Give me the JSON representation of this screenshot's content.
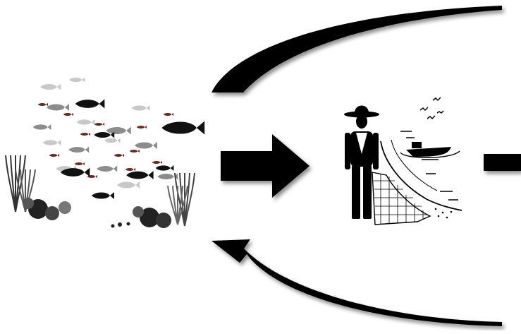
{
  "diagram": {
    "nodes": [
      {
        "id": "fish-stock",
        "icon": "fish-community-icon"
      },
      {
        "id": "fisher",
        "icon": "fisherman-with-net-and-boat-icon"
      }
    ],
    "edges": [
      {
        "from": "fish-stock",
        "to": "fisher",
        "style": "block-arrow"
      },
      {
        "from": "fisher",
        "to": "next-node-cut-off",
        "style": "block-arrow"
      },
      {
        "from": "fish-stock",
        "to": "off-right",
        "style": "curved-top"
      },
      {
        "from": "off-right",
        "to": "fish-stock",
        "style": "curved-bottom"
      }
    ],
    "colors": {
      "arrow": "#000000",
      "fish_dark": "#111111",
      "fish_grey": "#8c8c8c",
      "fish_light": "#c8c8c8",
      "fish_red": "#6b2a24"
    }
  }
}
